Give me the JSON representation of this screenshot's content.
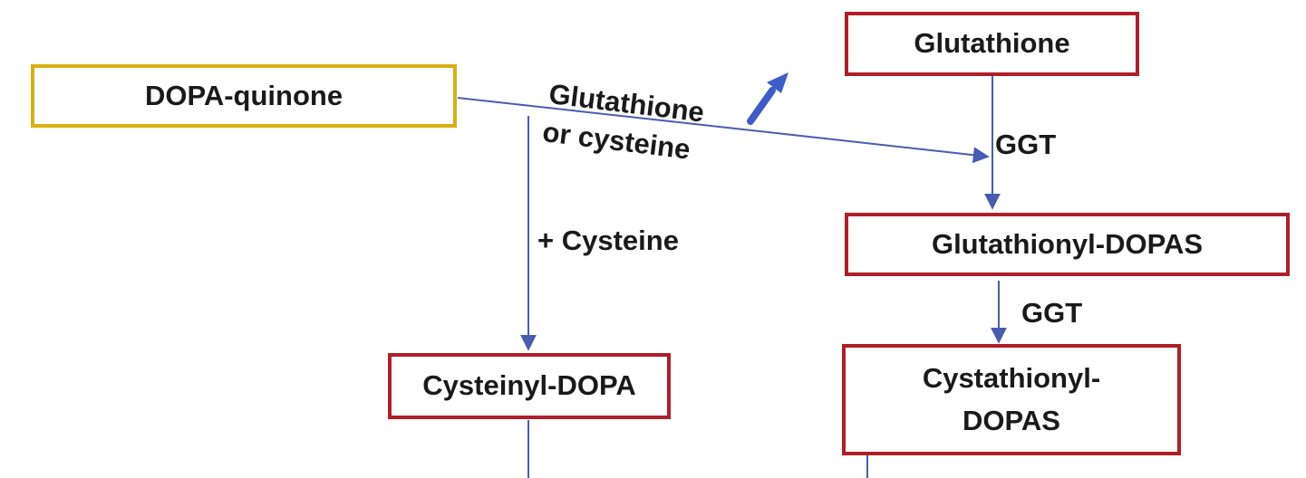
{
  "nodes": {
    "dopa_quinone": "DOPA-quinone",
    "glutathione": "Glutathione",
    "glutathionyl_dopas": "Glutathionyl-DOPAS",
    "cysteinyl_dopa": "Cysteinyl-DOPA",
    "cystathionyl_dopas_line1": "Cystathionyl-",
    "cystathionyl_dopas_line2": "DOPAS"
  },
  "edge_labels": {
    "glutathione_line1": "Glutathione",
    "glutathione_line2": "or cysteine",
    "plus_cysteine": "+ Cysteine",
    "ggt_upper": "GGT",
    "ggt_lower": "GGT"
  },
  "colors": {
    "red_border": "#b01e2a",
    "gold_border": "#d9b012",
    "arrow_line": "#4a5cb0",
    "bold_arrow": "#3d5bc9"
  }
}
